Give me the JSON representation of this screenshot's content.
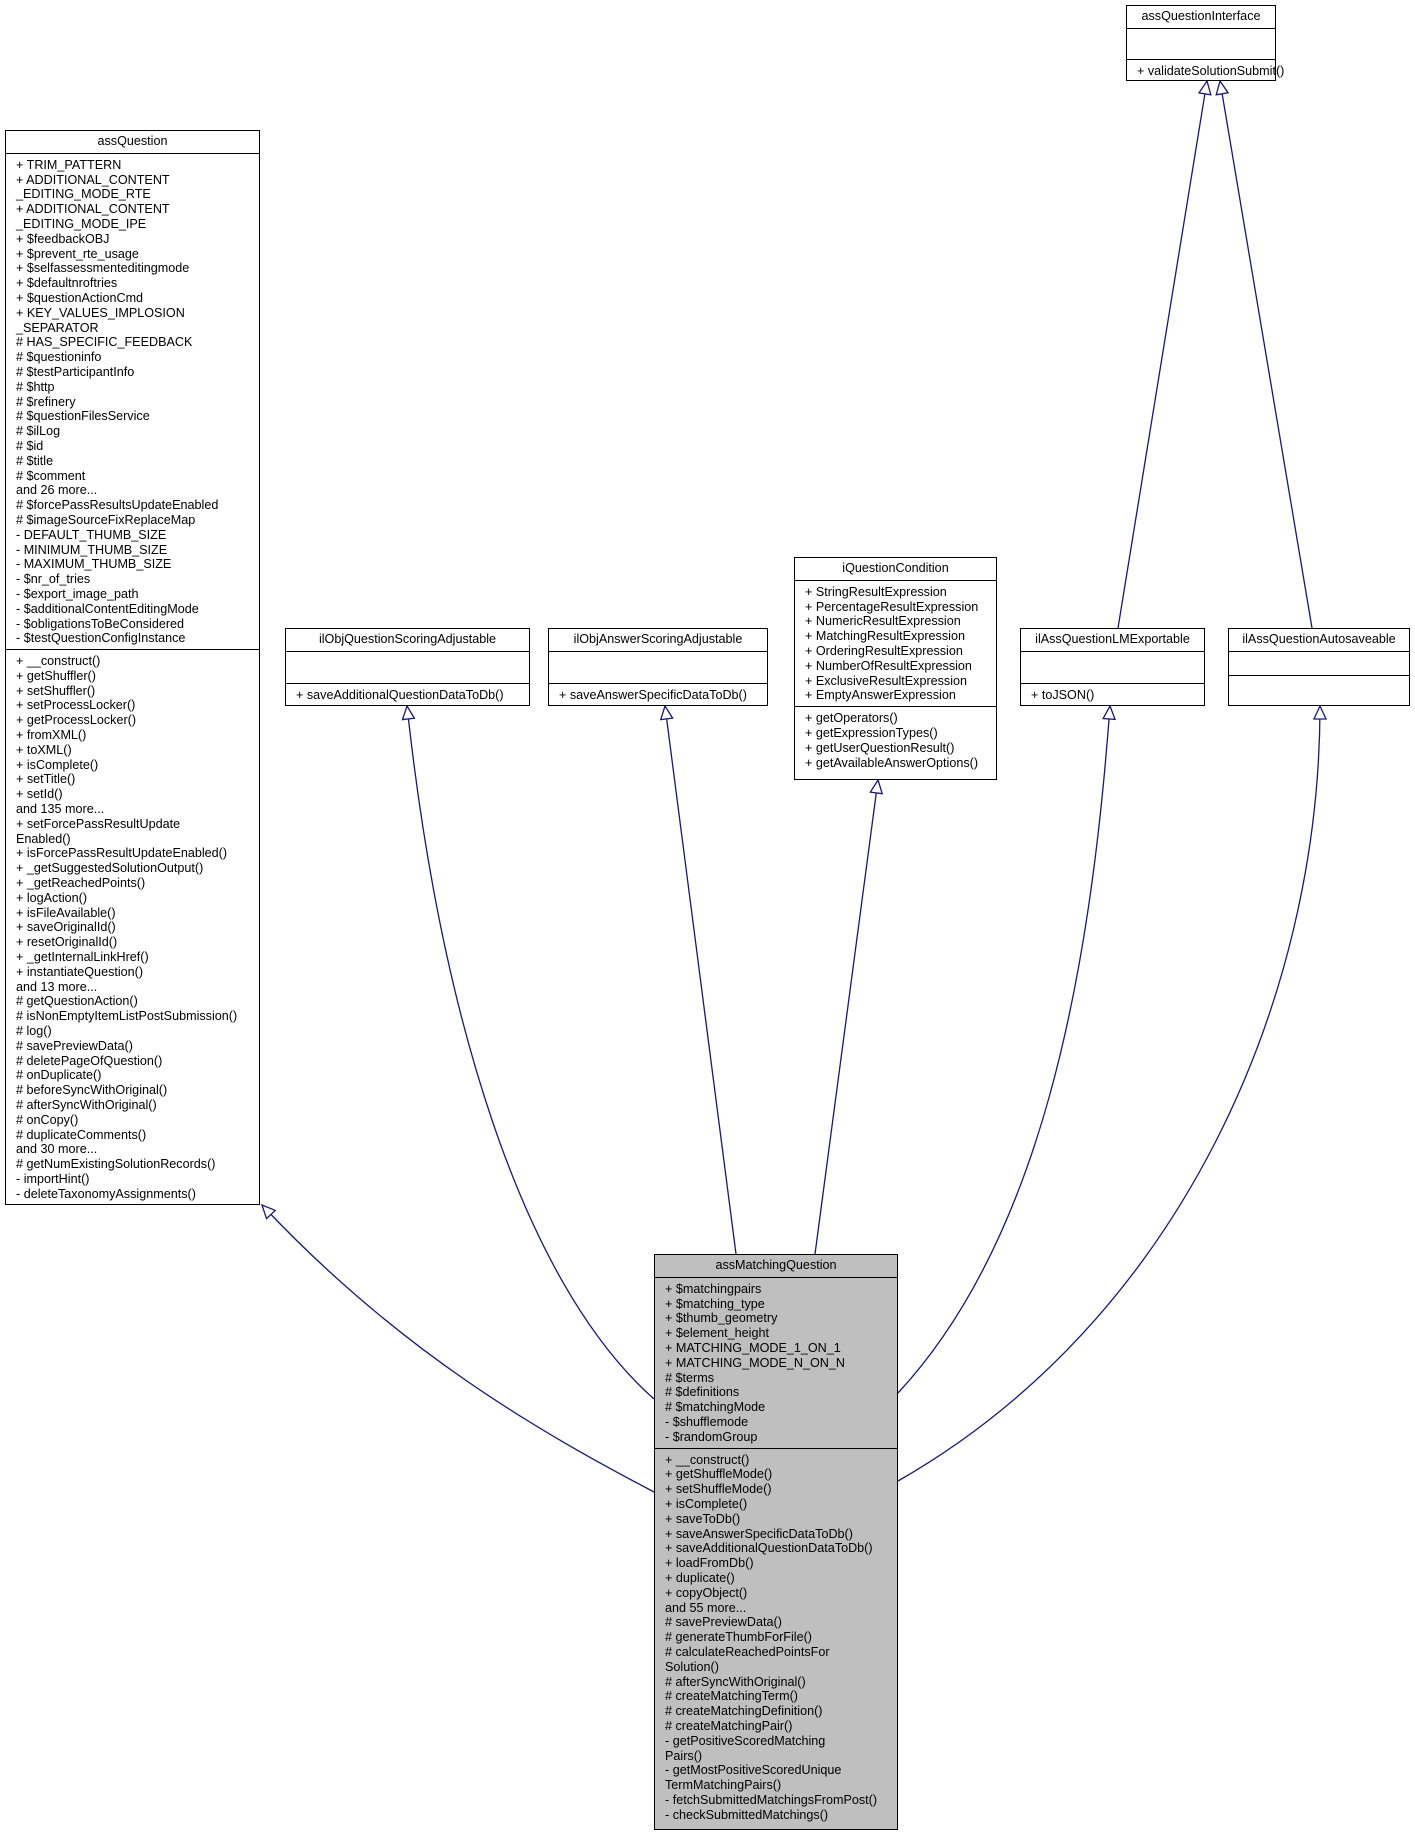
{
  "classes": {
    "assQuestionInterface": {
      "name": "assQuestionInterface",
      "attributes": [],
      "methods": [
        "+ validateSolutionSubmit()"
      ]
    },
    "assQuestion": {
      "name": "assQuestion",
      "attributes": [
        "+ TRIM_PATTERN",
        "+ ADDITIONAL_CONTENT",
        "_EDITING_MODE_RTE",
        "+ ADDITIONAL_CONTENT",
        "_EDITING_MODE_IPE",
        "+ $feedbackOBJ",
        "+ $prevent_rte_usage",
        "+ $selfassessmenteditingmode",
        "+ $defaultnroftries",
        "+ $questionActionCmd",
        "+ KEY_VALUES_IMPLOSION",
        "_SEPARATOR",
        "# HAS_SPECIFIC_FEEDBACK",
        "# $questioninfo",
        "# $testParticipantInfo",
        "# $http",
        "# $refinery",
        "# $questionFilesService",
        "# $ilLog",
        "# $id",
        "# $title",
        "# $comment",
        "and 26 more...",
        "# $forcePassResultsUpdateEnabled",
        "# $imageSourceFixReplaceMap",
        "- DEFAULT_THUMB_SIZE",
        "- MINIMUM_THUMB_SIZE",
        "- MAXIMUM_THUMB_SIZE",
        "- $nr_of_tries",
        "- $export_image_path",
        "- $additionalContentEditingMode",
        "- $obligationsToBeConsidered",
        "- $testQuestionConfigInstance"
      ],
      "methods": [
        "+ __construct()",
        "+ getShuffler()",
        "+ setShuffler()",
        "+ setProcessLocker()",
        "+ getProcessLocker()",
        "+ fromXML()",
        "+ toXML()",
        "+ isComplete()",
        "+ setTitle()",
        "+ setId()",
        "and 135 more...",
        "+ setForcePassResultUpdate",
        "Enabled()",
        "+ isForcePassResultUpdateEnabled()",
        "+ _getSuggestedSolutionOutput()",
        "+ _getReachedPoints()",
        "+ logAction()",
        "+ isFileAvailable()",
        "+ saveOriginalId()",
        "+ resetOriginalId()",
        "+ _getInternalLinkHref()",
        "+ instantiateQuestion()",
        "and 13 more...",
        "# getQuestionAction()",
        "# isNonEmptyItemListPostSubmission()",
        "# log()",
        "# savePreviewData()",
        "# deletePageOfQuestion()",
        "# onDuplicate()",
        "# beforeSyncWithOriginal()",
        "# afterSyncWithOriginal()",
        "# onCopy()",
        "# duplicateComments()",
        "and 30 more...",
        "# getNumExistingSolutionRecords()",
        "- importHint()",
        "- deleteTaxonomyAssignments()"
      ]
    },
    "ilObjQuestionScoringAdjustable": {
      "name": "ilObjQuestionScoringAdjustable",
      "attributes": [],
      "methods": [
        "+ saveAdditionalQuestionDataToDb()"
      ]
    },
    "ilObjAnswerScoringAdjustable": {
      "name": "ilObjAnswerScoringAdjustable",
      "attributes": [],
      "methods": [
        "+ saveAnswerSpecificDataToDb()"
      ]
    },
    "iQuestionCondition": {
      "name": "iQuestionCondition",
      "attributes": [
        "+ StringResultExpression",
        "+ PercentageResultExpression",
        "+ NumericResultExpression",
        "+ MatchingResultExpression",
        "+ OrderingResultExpression",
        "+ NumberOfResultExpression",
        "+ ExclusiveResultExpression",
        "+ EmptyAnswerExpression"
      ],
      "methods": [
        "+ getOperators()",
        "+ getExpressionTypes()",
        "+ getUserQuestionResult()",
        "+ getAvailableAnswerOptions()"
      ]
    },
    "ilAssQuestionLMExportable": {
      "name": "ilAssQuestionLMExportable",
      "attributes": [],
      "methods": [
        "+ toJSON()"
      ]
    },
    "ilAssQuestionAutosaveable": {
      "name": "ilAssQuestionAutosaveable",
      "attributes": [],
      "methods": []
    },
    "assMatchingQuestion": {
      "name": "assMatchingQuestion",
      "attributes": [
        "+ $matchingpairs",
        "+ $matching_type",
        "+ $thumb_geometry",
        "+ $element_height",
        "+ MATCHING_MODE_1_ON_1",
        "+ MATCHING_MODE_N_ON_N",
        "# $terms",
        "# $definitions",
        "# $matchingMode",
        "- $shufflemode",
        "- $randomGroup"
      ],
      "methods": [
        "+ __construct()",
        "+ getShuffleMode()",
        "+ setShuffleMode()",
        "+ isComplete()",
        "+ saveToDb()",
        "+ saveAnswerSpecificDataToDb()",
        "+ saveAdditionalQuestionDataToDb()",
        "+ loadFromDb()",
        "+ duplicate()",
        "+ copyObject()",
        "and 55 more...",
        "# savePreviewData()",
        "# generateThumbForFile()",
        "# calculateReachedPointsFor",
        "Solution()",
        "# afterSyncWithOriginal()",
        "# createMatchingTerm()",
        "# createMatchingDefinition()",
        "# createMatchingPair()",
        "- getPositiveScoredMatching",
        "Pairs()",
        "- getMostPositiveScoredUnique",
        "TermMatchingPairs()",
        "- fetchSubmittedMatchingsFromPost()",
        "- checkSubmittedMatchings()"
      ]
    }
  },
  "relations": [
    {
      "from": "assMatchingQuestion",
      "to": "assQuestion",
      "type": "inheritance"
    },
    {
      "from": "assMatchingQuestion",
      "to": "ilObjQuestionScoringAdjustable",
      "type": "inheritance"
    },
    {
      "from": "assMatchingQuestion",
      "to": "ilObjAnswerScoringAdjustable",
      "type": "inheritance"
    },
    {
      "from": "assMatchingQuestion",
      "to": "iQuestionCondition",
      "type": "inheritance"
    },
    {
      "from": "assMatchingQuestion",
      "to": "ilAssQuestionLMExportable",
      "type": "inheritance"
    },
    {
      "from": "assMatchingQuestion",
      "to": "ilAssQuestionAutosaveable",
      "type": "inheritance"
    },
    {
      "from": "ilAssQuestionLMExportable",
      "to": "assQuestionInterface",
      "type": "inheritance"
    },
    {
      "from": "ilAssQuestionAutosaveable",
      "to": "assQuestionInterface",
      "type": "inheritance"
    }
  ],
  "colors": {
    "edge": "#191970",
    "main_fill": "#bfbfbf",
    "box_border": "#000000",
    "box_fill": "#ffffff"
  }
}
